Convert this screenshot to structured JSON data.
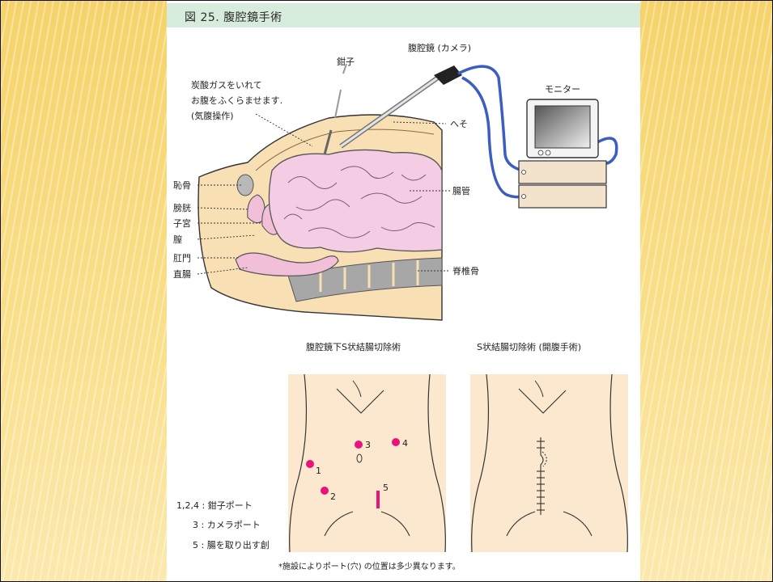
{
  "title": "図 25. 腹腔鏡手術",
  "top_diagram": {
    "labels": {
      "laparoscope": "腹腔鏡 (カメラ)",
      "forceps": "鉗子",
      "gas_line1": "炭酸ガスをいれて",
      "gas_line2": "お腹をふくらませます.",
      "gas_line3": "(気腹操作)",
      "navel": "へそ",
      "monitor": "モニター",
      "pubic_bone": "恥骨",
      "bladder": "膀胱",
      "uterus": "子宮",
      "vagina": "膣",
      "anus": "肛門",
      "rectum": "直腸",
      "intestine": "腸管",
      "spine": "脊椎骨"
    }
  },
  "bottom_diagrams": {
    "left_title": "腹腔鏡下S状結腸切除術",
    "right_title": "S状結腸切除術 (開腹手術)",
    "port_numbers": [
      "1",
      "2",
      "3",
      "4",
      "5"
    ],
    "legend": {
      "line1": "1,2,4 : 鉗子ポート",
      "line2": "3 : カメラポート",
      "line3": "5 : 腸を取り出す創"
    },
    "footnote": "*施設によりポート(穴) の位置は多少異なります。"
  },
  "colors": {
    "skin": "#f9dfb4",
    "intestine": "#f4cde4",
    "port_marker": "#e8137b",
    "cable": "#3b5ec0",
    "title_bar": "#d7ecdc",
    "side_band": "#f6d36a"
  }
}
